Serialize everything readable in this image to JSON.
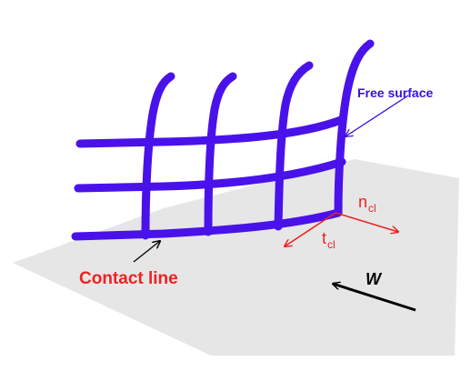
{
  "labels": {
    "free_surface": "Free surface",
    "contact_line": "Contact line",
    "normal_vector_base": "n",
    "normal_vector_sub": "cl",
    "tangent_vector_base": "t",
    "tangent_vector_sub": "cl",
    "wind_vector": "W"
  },
  "colors": {
    "surface_mesh": "#4a12ea",
    "annotation_text": "#3311dd",
    "contact_line_text": "#ee2222",
    "vector_arrows": "#ee2222",
    "wind_arrow": "#000000",
    "plane_fill": "#e6e6e6",
    "background": "#ffffff"
  }
}
